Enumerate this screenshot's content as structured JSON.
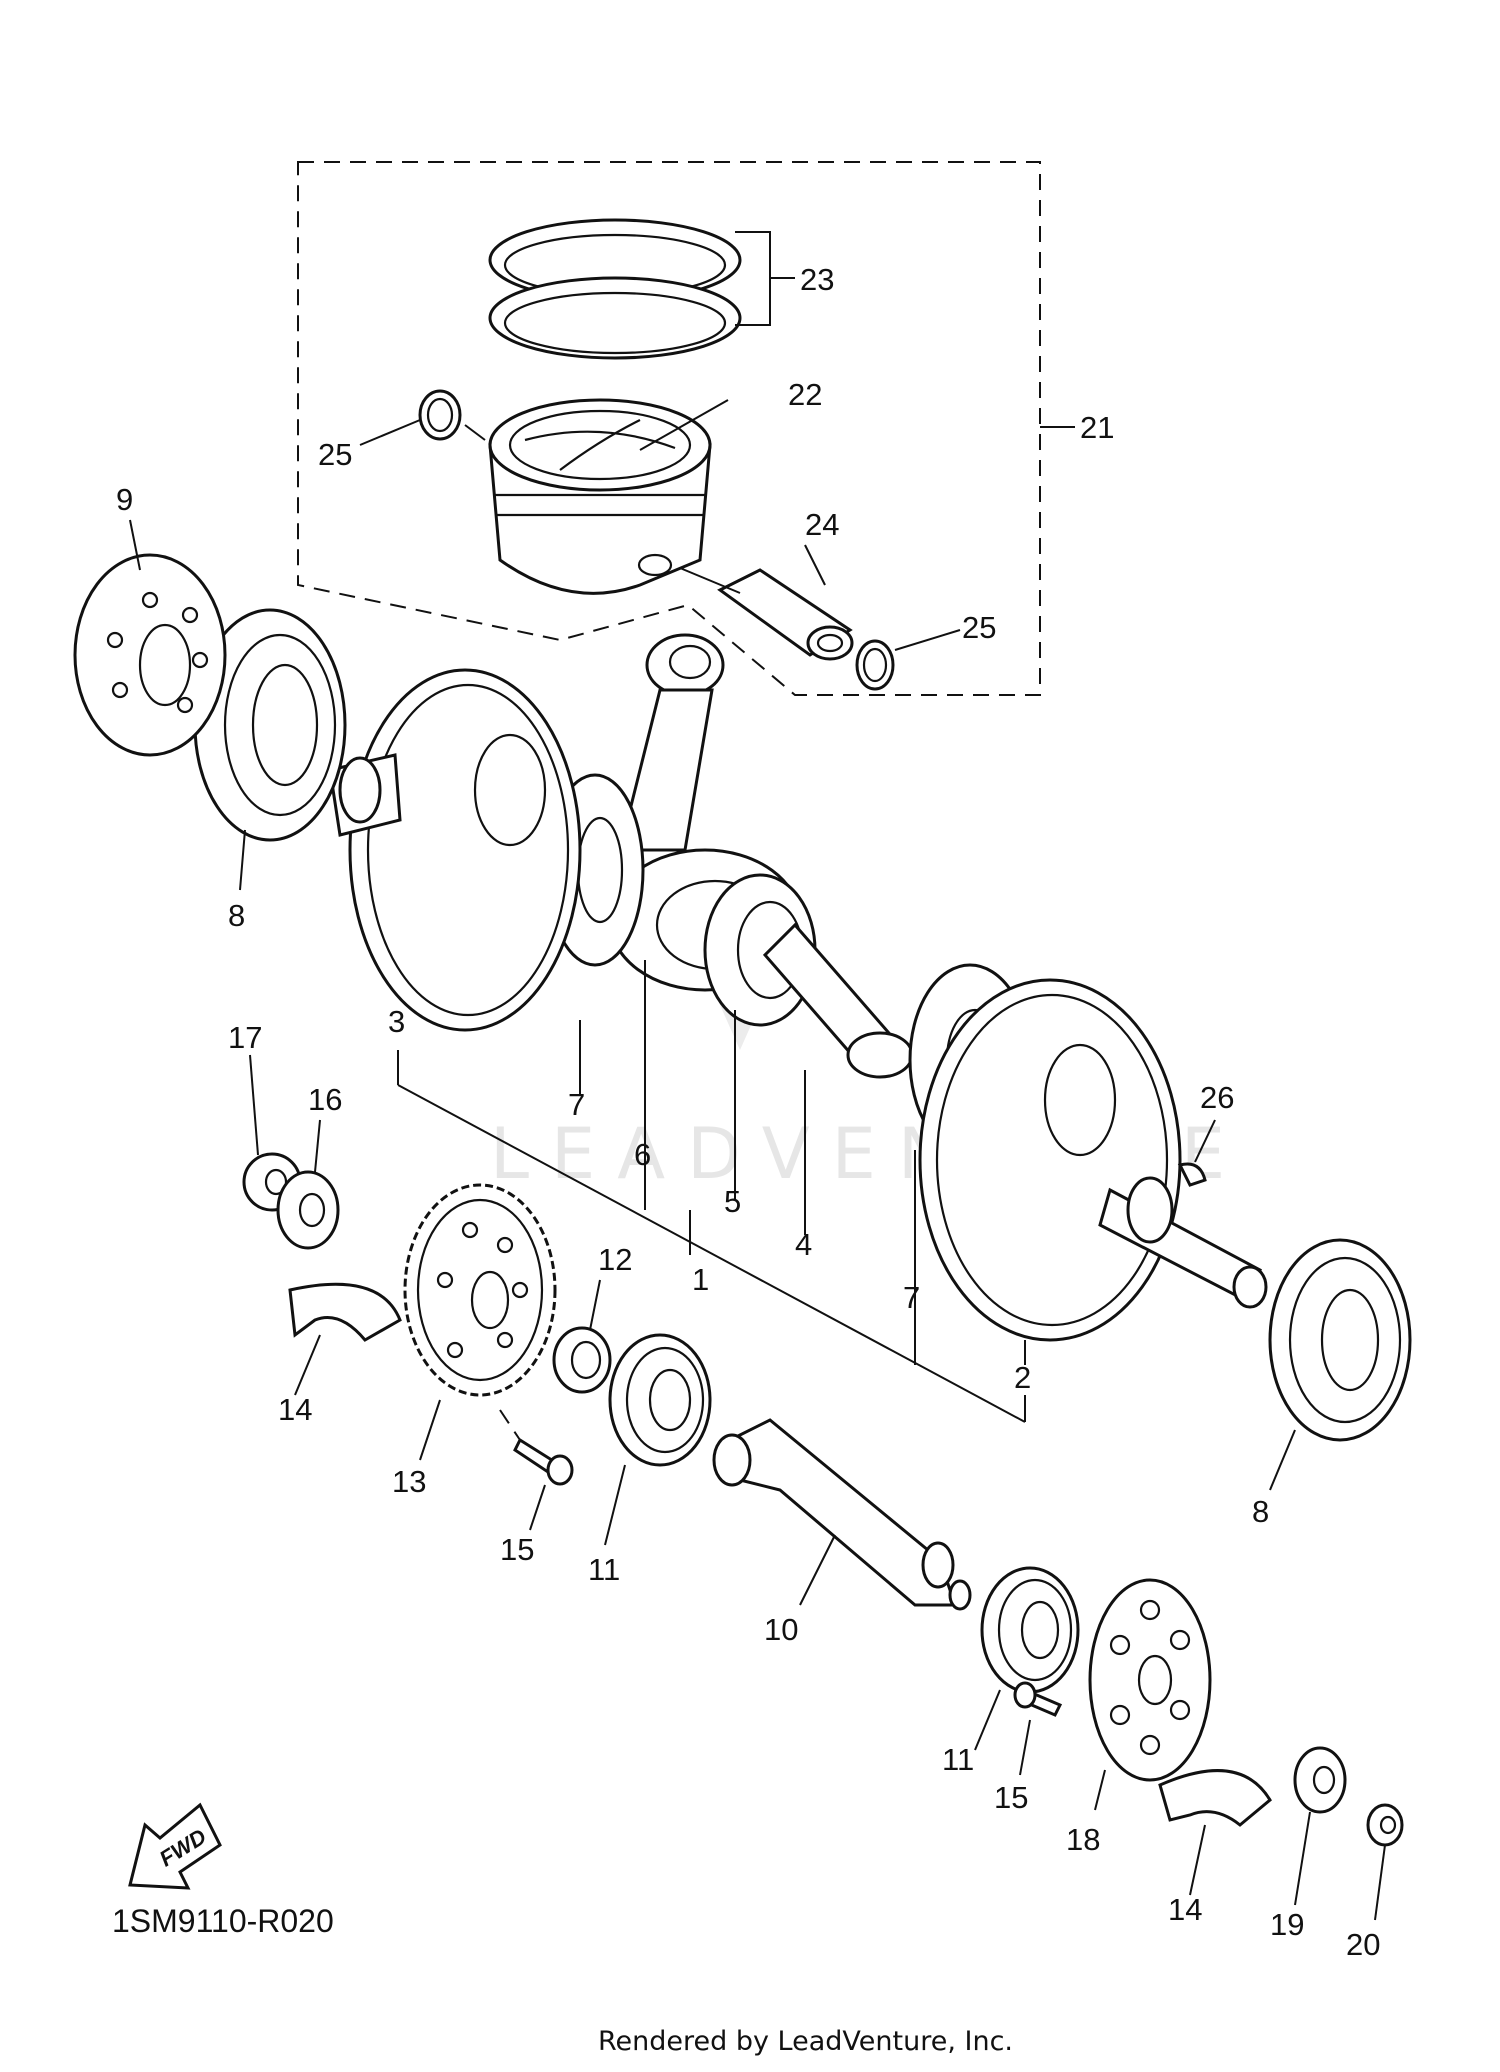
{
  "diagram": {
    "watermark": "LEADVENTURE",
    "diagram_code": "1SM9110-R020",
    "footer": "Rendered by LeadVenture, Inc.",
    "fwd_label": "FWD",
    "callouts": {
      "c1": "1",
      "c2": "2",
      "c3": "3",
      "c4": "4",
      "c5": "5",
      "c6": "6",
      "c7a": "7",
      "c7b": "7",
      "c8a": "8",
      "c8b": "8",
      "c9": "9",
      "c10": "10",
      "c11a": "11",
      "c11b": "11",
      "c12": "12",
      "c13": "13",
      "c14a": "14",
      "c14b": "14",
      "c15a": "15",
      "c15b": "15",
      "c16": "16",
      "c17": "17",
      "c18": "18",
      "c19": "19",
      "c20": "20",
      "c21": "21",
      "c22": "22",
      "c23": "23",
      "c24": "24",
      "c25a": "25",
      "c25b": "25",
      "c26": "26"
    }
  }
}
